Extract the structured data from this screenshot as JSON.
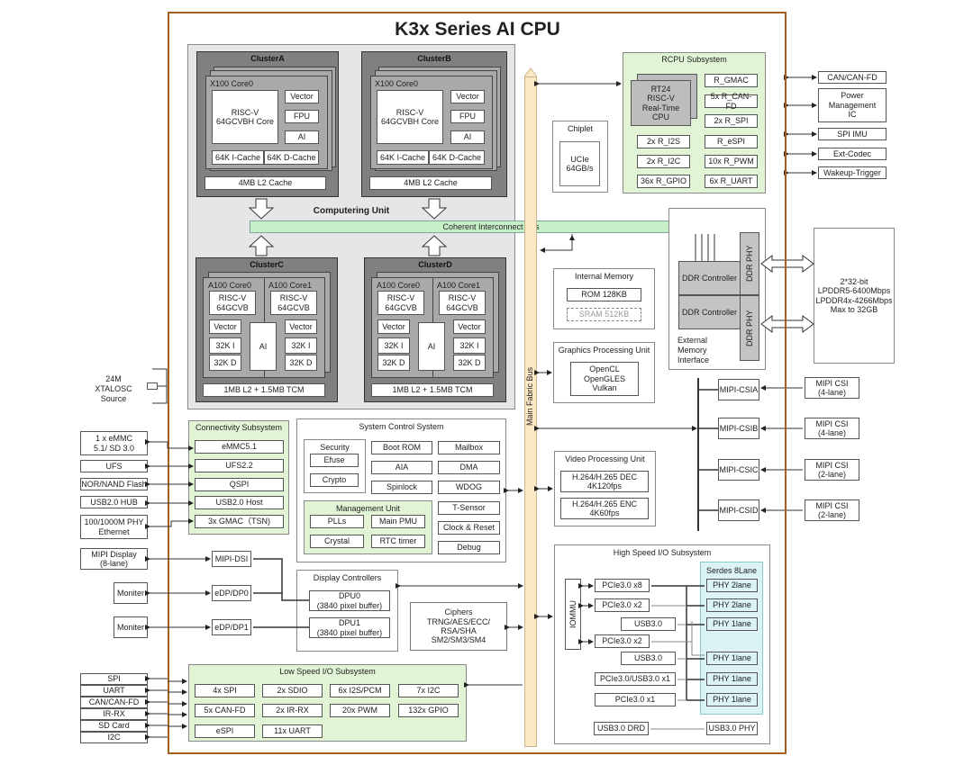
{
  "title": "K3x Series AI CPU",
  "computing_unit": {
    "label": "Computering Unit",
    "clusters_x": [
      {
        "name": "ClusterA",
        "core": "X100 Core0",
        "isa": "RISC-V\n64GCVBH Core",
        "units": [
          "Vector",
          "FPU",
          "AI"
        ],
        "icache": "64K I-Cache",
        "dcache": "64K D-Cache",
        "l2": "4MB L2 Cache"
      },
      {
        "name": "ClusterB",
        "core": "X100 Core0",
        "isa": "RISC-V\n64GCVBH Core",
        "units": [
          "Vector",
          "FPU",
          "AI"
        ],
        "icache": "64K I-Cache",
        "dcache": "64K D-Cache",
        "l2": "4MB L2 Cache"
      }
    ],
    "clusters_a": [
      {
        "name": "ClusterC",
        "core0": "A100 Core0",
        "core1": "A100 Core1",
        "isa": "RISC-V\n64GCVB",
        "vector": "Vector",
        "icache": "32K I",
        "dcache": "32K D",
        "ai": "AI",
        "l2": "1MB L2 + 1.5MB TCM"
      },
      {
        "name": "ClusterD",
        "core0": "A100 Core0",
        "core1": "A100 Core1",
        "isa": "RISC-V\n64GCVB",
        "vector": "Vector",
        "icache": "32K I",
        "dcache": "32K D",
        "ai": "AI",
        "l2": "1MB L2 + 1.5MB TCM"
      }
    ]
  },
  "coherent_bus": "Coherent Interconnect Bus",
  "main_bus": "Main Fabric Bus",
  "rcpu": {
    "title": "RCPU Subsystem",
    "cpu": "RT24\nRISC-V\nReal-Time\nCPU",
    "right": [
      "R_GMAC",
      "5x R_CAN-FD",
      "2x R_SPI",
      "R_eSPI",
      "10x R_PWM",
      "6x R_UART"
    ],
    "left": [
      "2x R_I2S",
      "2x R_I2C",
      "36x R_GPIO"
    ]
  },
  "chiplet": {
    "title": "Chiplet",
    "ucie": "UCIe\n64GB/s"
  },
  "rcpu_external": [
    "CAN/CAN-FD",
    "Power\nManagement\nIC",
    "SPI IMU",
    "Ext-Codec",
    "Wakeup-Trigger"
  ],
  "internal_memory": {
    "title": "Internal Memory",
    "rom": "ROM 128KB",
    "sram": "SRAM 512KB"
  },
  "gpu": {
    "title": "Graphics Processing Unit",
    "apis": "OpenCL\nOpenGLES\nVulkan"
  },
  "ext_mem": {
    "controllers": [
      "DDR Controller",
      "DDR Controller"
    ],
    "phy": [
      "DDR PHY",
      "DDR PHY"
    ],
    "label": "External\nMemory\nInterface",
    "dram": "2*32-bit\nLPDDR5-6400Mbps\nLPDDR4x-4266Mbps\nMax to 32GB"
  },
  "xtal": "24M\nXTALOSC\nSource",
  "connectivity": {
    "title": "Connectivity Subsystem",
    "items": [
      "eMMC5.1",
      "UFS2.2",
      "QSPI",
      "USB2.0 Host",
      "3x GMAC（TSN)"
    ],
    "external": [
      "1 x eMMC\n5.1/ SD 3.0",
      "UFS",
      "NOR/NAND Flash",
      "USB2.0 HUB",
      "100/1000M PHY\nEthernet"
    ]
  },
  "system_control": {
    "title": "System Control System",
    "security": {
      "title": "Security",
      "items": [
        "Efuse",
        "Crypto"
      ]
    },
    "middle": [
      "Boot ROM",
      "AIA",
      "Spinlock"
    ],
    "right": [
      "Mailbox",
      "DMA",
      "WDOG",
      "T-Sensor",
      "Clock & Reset",
      "Debug"
    ],
    "management": {
      "title": "Management Unit",
      "items": [
        "PLLs",
        "Main PMU",
        "Crystal",
        "RTC timer"
      ]
    }
  },
  "vpu": {
    "title": "Video Processing Unit",
    "dec": "H.264/H.265 DEC\n4K120fps",
    "enc": "H.264/H.265 ENC\n4K60fps"
  },
  "mipi_csi": {
    "internal": [
      "MIPI-CSIA",
      "MIPI-CSIB",
      "MIPI-CSIC",
      "MIPI-CSID"
    ],
    "external": [
      "MIPI CSI\n(4-lane)",
      "MIPI CSI\n(4-lane)",
      "MIPI CSI\n(2-lane)",
      "MIPI CSI\n(2-lane)"
    ]
  },
  "display": {
    "external": [
      "MIPI Display\n(8-lane)",
      "Moniter",
      "Moniter"
    ],
    "ports": [
      "MIPI-DSI",
      "eDP/DP0",
      "eDP/DP1"
    ],
    "title": "Display Controllers",
    "dpu0": "DPU0\n(3840 pixel buffer)",
    "dpu1": "DPU1\n(3840 pixel buffer)"
  },
  "ciphers": "Ciphers\nTRNG/AES/ECC/\nRSA/SHA\nSM2/SM3/SM4",
  "hsio": {
    "title": "High Speed I/O Subsystem",
    "iommu": "IOMMU",
    "serdes_title": "Serdes 8Lane",
    "controllers": [
      "PCIe3.0 x8",
      "PCIe3.0 x2",
      "USB3.0",
      "PCIe3.0 x2",
      "USB3.0",
      "PCIe3.0/USB3.0 x1",
      "PCIe3.0 x1"
    ],
    "phys": [
      "PHY 2lane",
      "PHY 2lane",
      "PHY 1lane",
      "PHY 1lane",
      "PHY 1lane",
      "PHY 1lane"
    ],
    "usb_drd": "USB3.0 DRD",
    "usb_phy": "USB3.0 PHY"
  },
  "low_speed": {
    "title": "Low Speed I/O Subsystem",
    "items": [
      "4x SPI",
      "2x SDIO",
      "6x I2S/PCM",
      "7x I2C",
      "5x CAN-FD",
      "2x IR-RX",
      "20x PWM",
      "132x GPIO",
      "eSPI",
      "11x UART"
    ],
    "external": [
      "SPI",
      "UART",
      "CAN/CAN-FD",
      "IR-RX",
      "SD Card",
      "I2C"
    ]
  }
}
